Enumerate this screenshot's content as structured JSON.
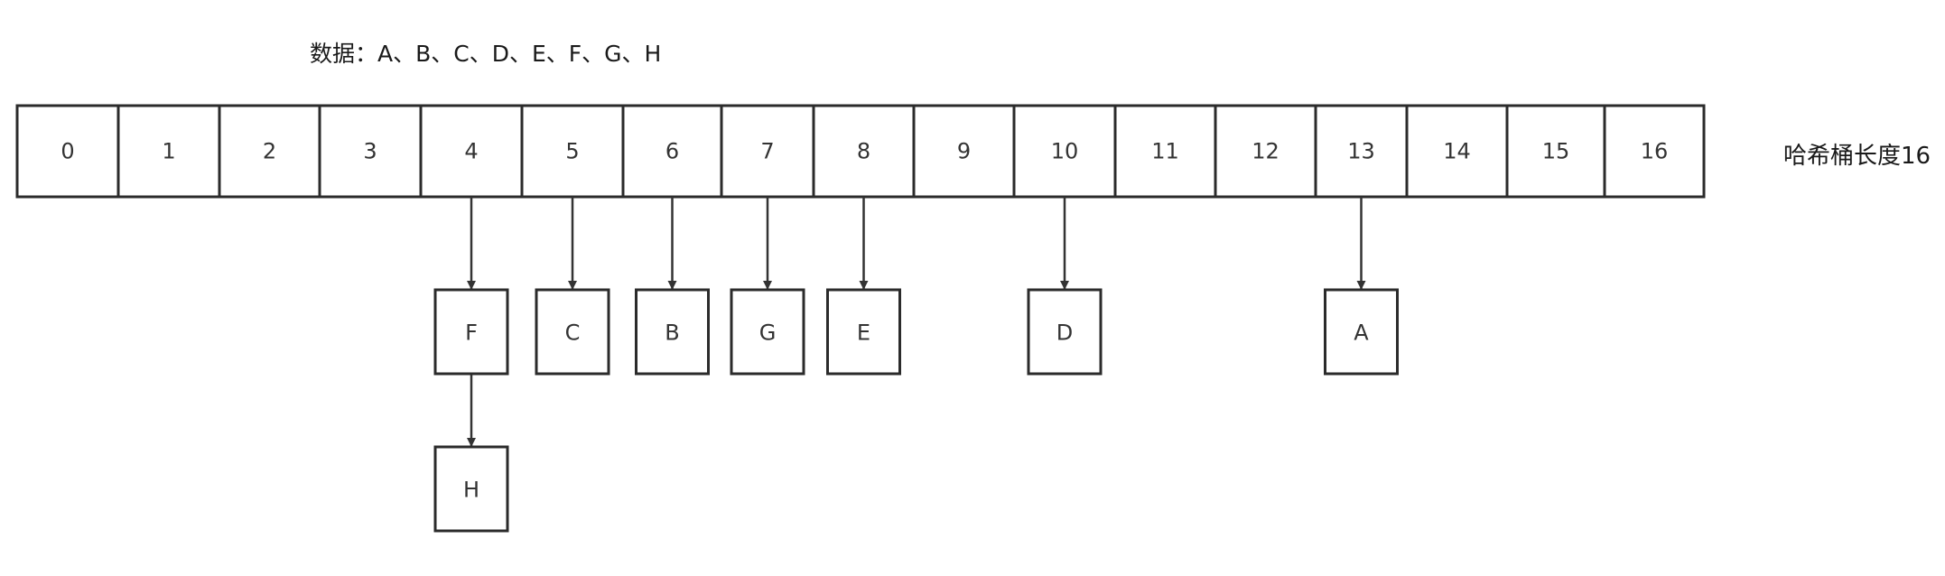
{
  "title": "数据：A、B、C、D、E、F、G、H",
  "side_label": "哈希桶长度16",
  "buckets": [
    "0",
    "1",
    "2",
    "3",
    "4",
    "5",
    "6",
    "7",
    "8",
    "9",
    "10",
    "11",
    "12",
    "13",
    "14",
    "15",
    "16"
  ],
  "nodes": [
    {
      "label": "F",
      "bucket": 4,
      "level": 1
    },
    {
      "label": "H",
      "bucket": 4,
      "level": 2
    },
    {
      "label": "C",
      "bucket": 5,
      "level": 1
    },
    {
      "label": "B",
      "bucket": 6,
      "level": 1
    },
    {
      "label": "G",
      "bucket": 7,
      "level": 1
    },
    {
      "label": "E",
      "bucket": 8,
      "level": 1
    },
    {
      "label": "D",
      "bucket": 10,
      "level": 1
    },
    {
      "label": "A",
      "bucket": 13,
      "level": 1
    }
  ]
}
